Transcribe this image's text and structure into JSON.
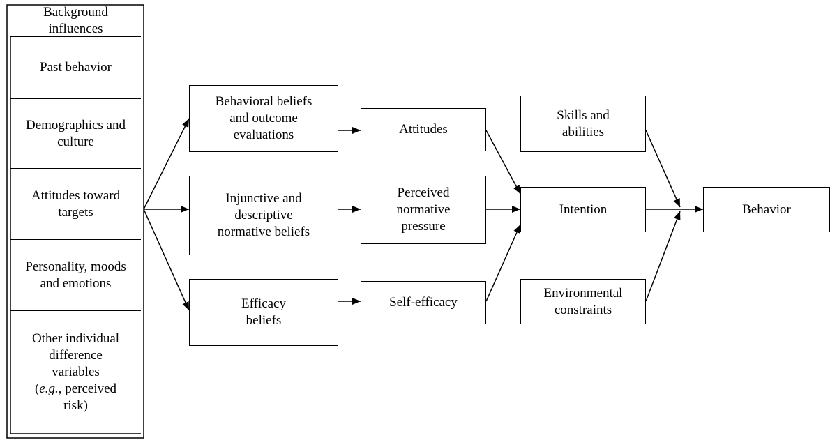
{
  "background": {
    "title": "Background\ninfluences",
    "items": [
      "Past behavior",
      "Demographics and\nculture",
      "Attitudes toward\ntargets",
      "Personality, moods\nand emotions"
    ],
    "last_item_prefix": "Other individual\ndifference\nvariables\n(",
    "last_item_italic": "e.g.",
    "last_item_suffix": ", perceived\nrisk)"
  },
  "beliefs": [
    "Behavioral beliefs\nand outcome\nevaluations",
    "Injunctive and\ndescriptive\nnormative beliefs",
    "Efficacy\nbeliefs"
  ],
  "determinants": [
    "Attitudes",
    "Perceived\nnormative\npressure",
    "Self-efficacy"
  ],
  "skills": "Skills and\nabilities",
  "intention": "Intention",
  "environment": "Environmental\nconstraints",
  "behavior": "Behavior"
}
